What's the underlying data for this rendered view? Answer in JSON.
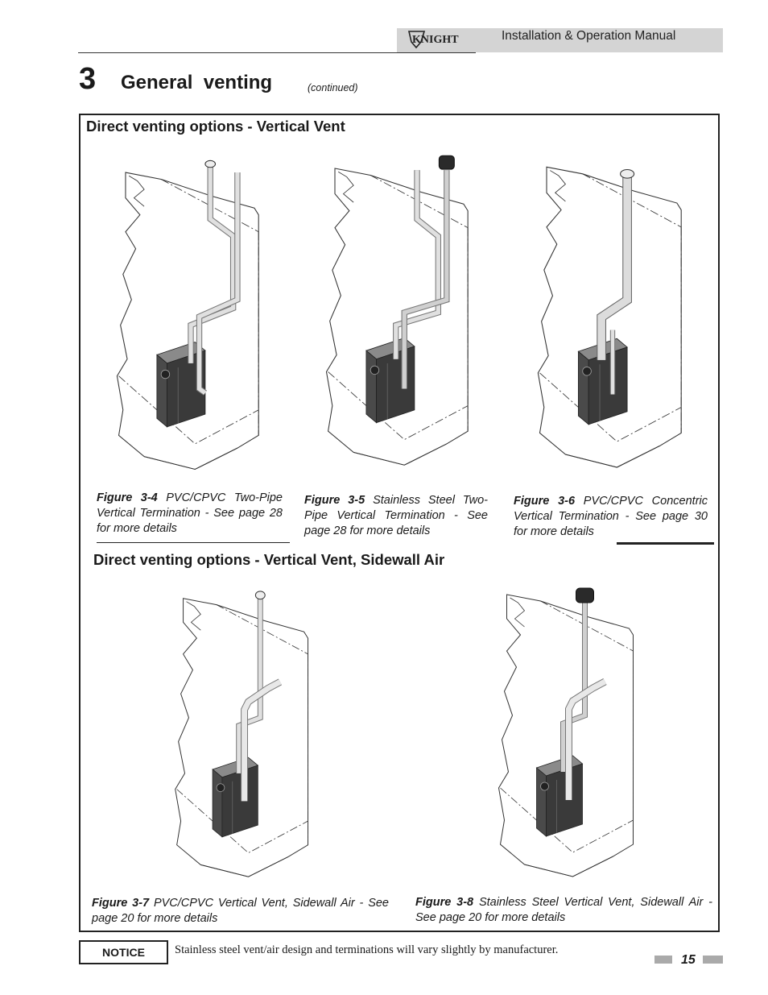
{
  "header": {
    "logo_text": "KNIGHT",
    "manual_title": "Installation & Operation Manual"
  },
  "section": {
    "number": "3",
    "title": "General  venting",
    "continued": "(continued)"
  },
  "box1": {
    "title": "Direct venting options - Vertical Vent",
    "figures": [
      {
        "label": "Figure 3-4",
        "text": " PVC/CPVC Two-Pipe Vertical Termination - See page 28 for more details",
        "icon": "boiler-two-pipe-pvc-illustration"
      },
      {
        "label": "Figure 3-5",
        "text": " Stainless Steel Two-Pipe Vertical Termination - See page 28 for more details",
        "icon": "boiler-two-pipe-stainless-illustration"
      },
      {
        "label": "Figure 3-6",
        "text": " PVC/CPVC Concentric Vertical Termination - See page 30 for more details",
        "icon": "boiler-concentric-illustration"
      }
    ]
  },
  "box2": {
    "title": "Direct venting options - Vertical Vent, Sidewall Air",
    "figures": [
      {
        "label": "Figure 3-7",
        "text": " PVC/CPVC Vertical Vent, Sidewall Air - See page 20 for more details",
        "icon": "boiler-vertical-vent-sidewall-pvc-illustration"
      },
      {
        "label": "Figure 3-8",
        "text": " Stainless Steel Vertical Vent, Sidewall Air - See page 20 for more details",
        "icon": "boiler-vertical-vent-sidewall-stainless-illustration"
      }
    ]
  },
  "notice": {
    "label": "NOTICE",
    "text": "Stainless steel vent/air design and terminations will vary slightly by manufacturer."
  },
  "page_number": "15",
  "colors": {
    "header_band": "#d4d4d4",
    "boiler_dark": "#3a3a3a",
    "boiler_mid": "#6a6a6a",
    "pipe": "#dcdcdc"
  }
}
